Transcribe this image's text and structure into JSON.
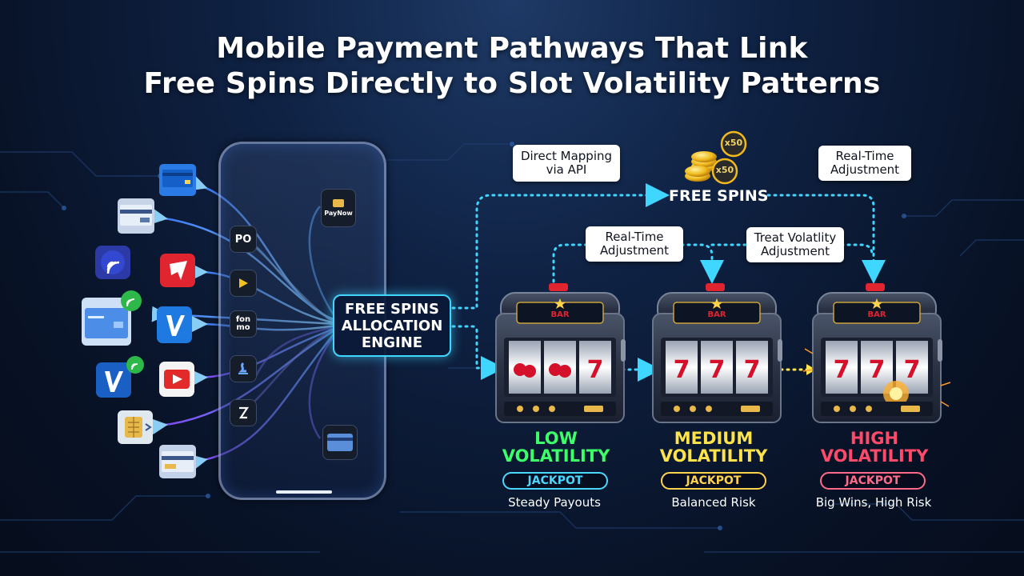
{
  "title": {
    "line1": "Mobile Payment Pathways That Link",
    "line2": "Free Spins Directly to Slot Volatility Patterns"
  },
  "engine": {
    "line1": "FREE SPINS",
    "line2": "ALLOCATION",
    "line3": "ENGINE"
  },
  "phone_apps": {
    "paynow": "PayNow",
    "po": "PO",
    "ticket": "fon mo"
  },
  "labels": {
    "direct_mapping_1": "Direct Mapping",
    "direct_mapping_2": "via API",
    "realtime_top_1": "Real-Time",
    "realtime_top_2": "Adjustment",
    "realtime_mid_1": "Real-Time",
    "realtime_mid_2": "Adjustment",
    "treat_1": "Treat Volatlity",
    "treat_2": "Adjustment"
  },
  "free_spins": {
    "label": "FREE SPINS",
    "coin_multiplier_1": "x50",
    "coin_multiplier_2": "x50"
  },
  "slot_machines": [
    {
      "bar_label": "BAR",
      "line1": "LOW",
      "line2": "VOLATILITY",
      "jackpot": "JACKPOT",
      "caption": "Steady Payouts",
      "color": "#3cff6a"
    },
    {
      "bar_label": "BAR",
      "line1": "MEDIUM",
      "line2": "VOLATILITY",
      "jackpot": "JACKPOT",
      "caption": "Balanced Risk",
      "color": "#ffe34a"
    },
    {
      "bar_label": "BAR",
      "line1": "HIGH",
      "line2": "VOLATILITY",
      "jackpot": "JACKPOT",
      "caption": "Big Wins, High Risk",
      "color": "#ff4a6a"
    }
  ],
  "colors": {
    "accent_cyan": "#3fd6ff",
    "low": "#3cff6a",
    "medium": "#ffe34a",
    "high": "#ff4a6a"
  }
}
